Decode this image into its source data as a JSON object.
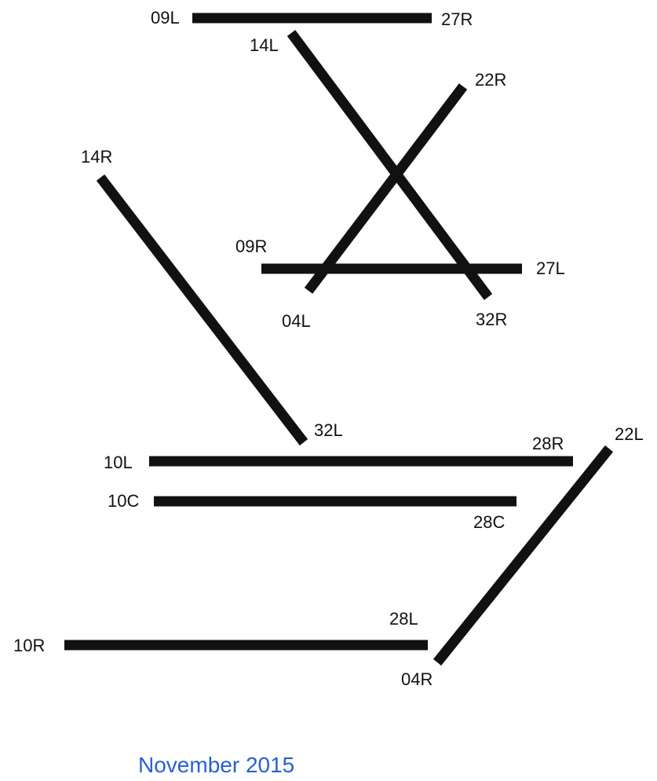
{
  "colors": {
    "runway": "#111111",
    "label": "#111111",
    "caption": "#2a5fd0"
  },
  "runways": [
    {
      "id": "09L-27R",
      "end_a": "09L",
      "end_b": "27R"
    },
    {
      "id": "14L-32R",
      "end_a": "14L",
      "end_b": "32R"
    },
    {
      "id": "04L-22R",
      "end_a": "04L",
      "end_b": "22R"
    },
    {
      "id": "09R-27L",
      "end_a": "09R",
      "end_b": "27L"
    },
    {
      "id": "14R-32L",
      "end_a": "14R",
      "end_b": "32L"
    },
    {
      "id": "10L-28R",
      "end_a": "10L",
      "end_b": "28R"
    },
    {
      "id": "10C-28C",
      "end_a": "10C",
      "end_b": "28C"
    },
    {
      "id": "10R-28L",
      "end_a": "10R",
      "end_b": "28L"
    },
    {
      "id": "04R-22L",
      "end_a": "04R",
      "end_b": "22L"
    }
  ],
  "caption": "November 2015"
}
